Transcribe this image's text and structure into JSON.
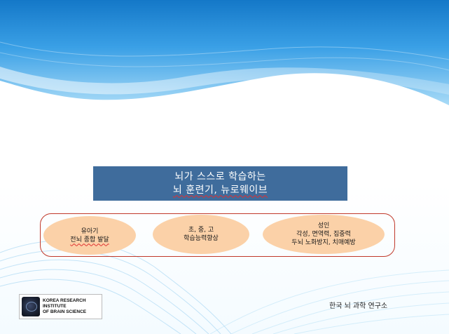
{
  "title": {
    "line1": "뇌가 스스로 학습하는",
    "line2": "뇌 훈련기, 뉴로웨이브"
  },
  "groups": [
    {
      "line1": "유아기",
      "line2": "전뇌 종합 발달"
    },
    {
      "line1": "초, 중, 고",
      "line2": "학습능력향상"
    },
    {
      "line1": "성인",
      "line2": "각성, 면역력, 집중력",
      "line3": "두뇌 노화방지, 치매예방"
    }
  ],
  "logo": {
    "line1": "KOREA RESEARCH",
    "line2": "INSTITUTE",
    "line3": "OF BRAIN SCIENCE"
  },
  "organization": "한국 뇌 과학 연구소",
  "colors": {
    "title_bg": "#3f6c9c",
    "ellipse_fill": "#fbd1a8",
    "frame_border": "#c0392b",
    "header_blue": "#2a8fd6"
  }
}
